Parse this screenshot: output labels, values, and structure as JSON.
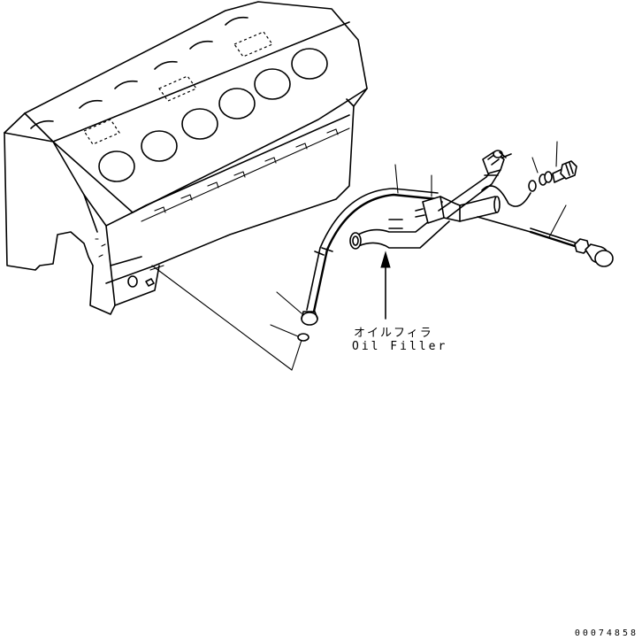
{
  "callout": {
    "label_ja": "オイルフィラ",
    "label_en": "Oil Filler"
  },
  "drawing_number": "00074858"
}
